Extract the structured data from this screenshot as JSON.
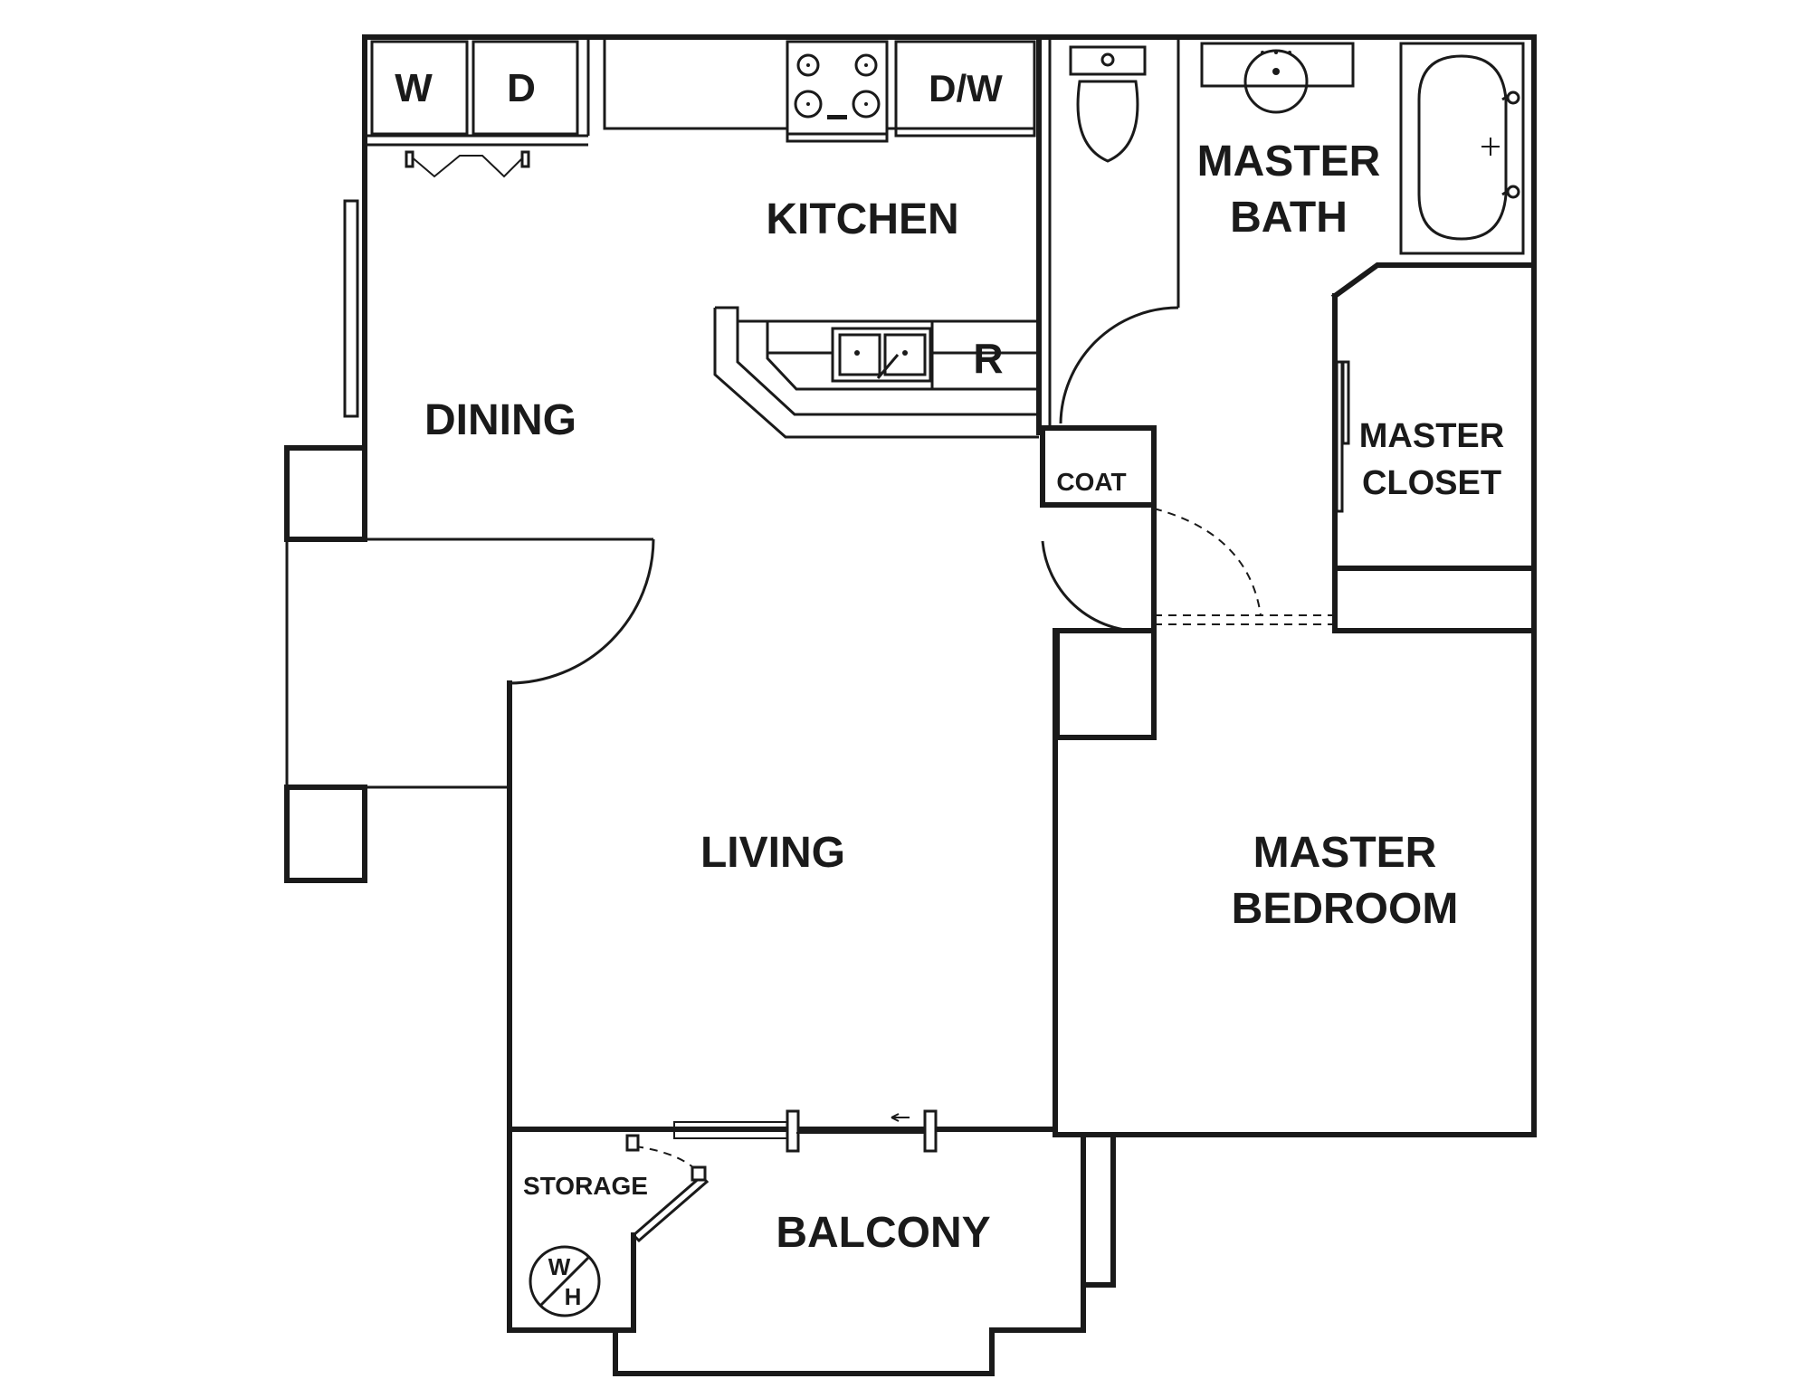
{
  "rooms": {
    "washer": "W",
    "dryer": "D",
    "dishwasher": "D/W",
    "kitchen": "KITCHEN",
    "refrigerator": "R",
    "dining": "DINING",
    "living": "LIVING",
    "coat": "COAT",
    "master_bath_1": "MASTER",
    "master_bath_2": "BATH",
    "master_closet_1": "MASTER",
    "master_closet_2": "CLOSET",
    "master_bedroom_1": "MASTER",
    "master_bedroom_2": "BEDROOM",
    "storage": "STORAGE",
    "balcony": "BALCONY",
    "water_heater_w": "W",
    "water_heater_h": "H"
  }
}
